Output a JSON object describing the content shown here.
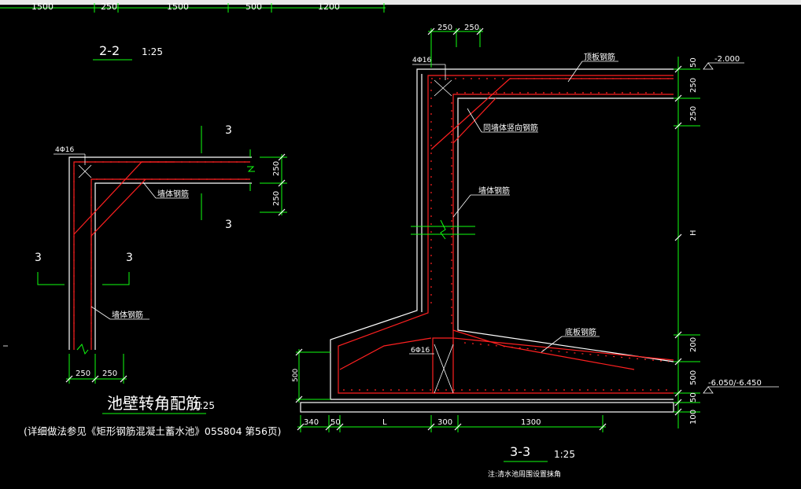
{
  "top_dims": [
    "1500",
    "250",
    "1500",
    "500",
    "1200"
  ],
  "section_2_2": {
    "title": "2-2",
    "scale": "1:25"
  },
  "corner": {
    "label_bar": "4Φ16",
    "cut_a": "3",
    "cut_b": "3",
    "cut_c": "3",
    "cut_d": "3",
    "rebar_label_1": "墙体钢筋",
    "rebar_label_2": "墙体钢筋",
    "dim_right_1": "250",
    "dim_right_2": "250",
    "dim_bottom_1": "250",
    "dim_bottom_2": "250",
    "title": "池壁转角配筋",
    "scale": "1:25",
    "note": "(详细做法参见《矩形钢筋混凝土蓄水池》05S804 第56页)"
  },
  "section_3_3": {
    "label_bar": "4Φ16",
    "top_dim_1": "250",
    "top_dim_2": "250",
    "label_top_slab": "顶板钢筋",
    "label_same_wall": "同墙体竖向钢筋",
    "label_wall": "墙体钢筋",
    "label_floor": "底板钢筋",
    "label_bar_small": "6Φ16",
    "elev_top": "-2.000",
    "elev_bottom": "-6.050/-6.450",
    "right_dims": [
      "50",
      "250",
      "250",
      "H",
      "200",
      "500",
      "50",
      "100"
    ],
    "left_dim": "500",
    "bottom_dims": [
      "340",
      "50",
      "L",
      "300",
      "1300"
    ],
    "title": "3-3",
    "scale": "1:25",
    "note": "注:清水池周围设置抹角"
  }
}
